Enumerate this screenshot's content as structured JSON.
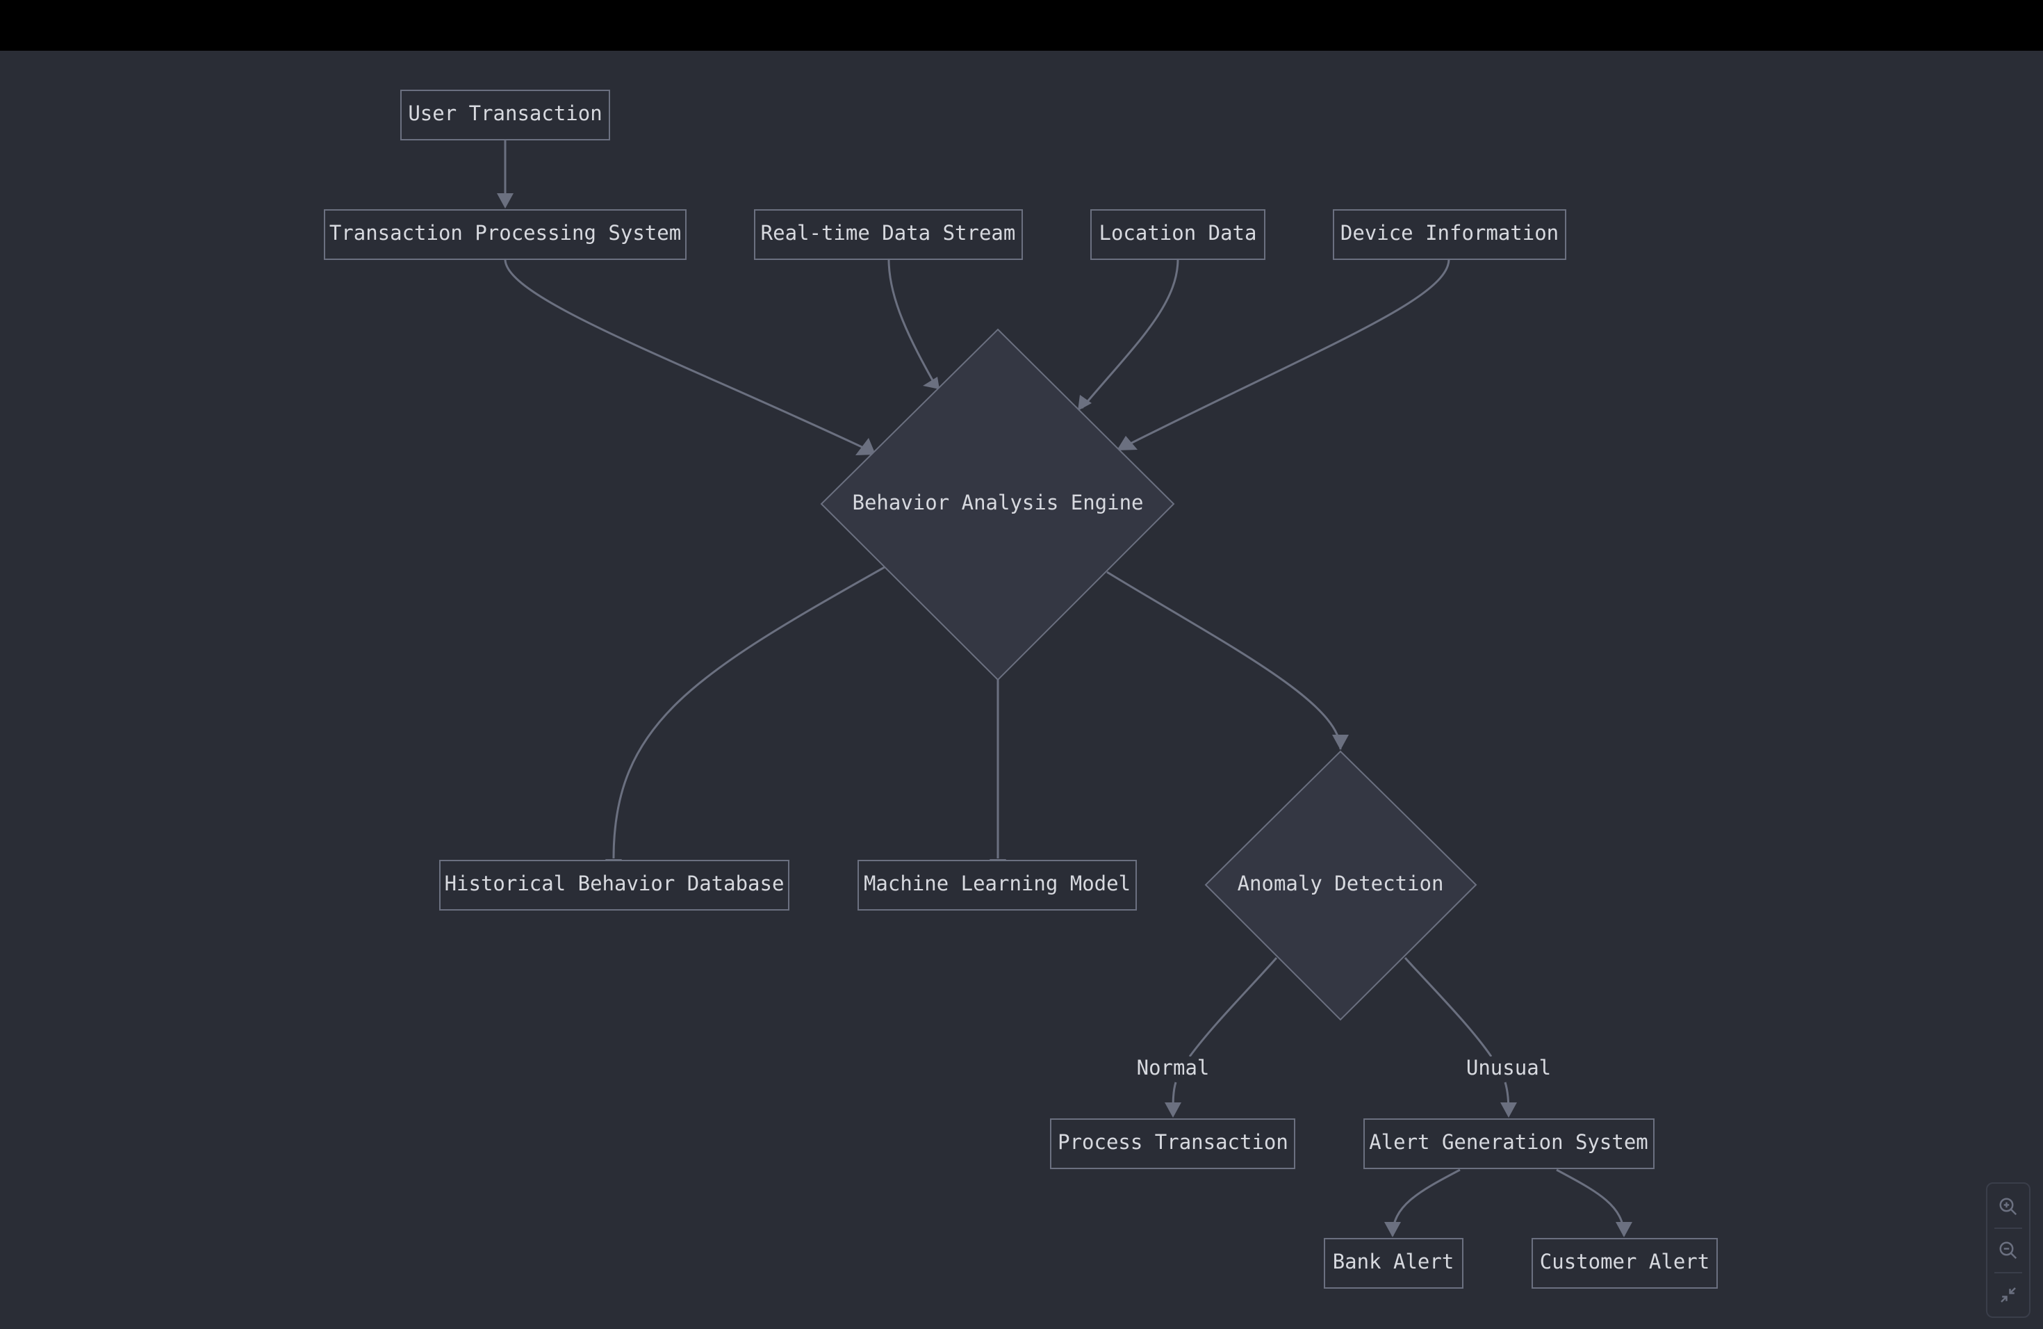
{
  "diagram": {
    "nodes": {
      "user_transaction": "User Transaction",
      "transaction_processing": "Transaction Processing System",
      "realtime_stream": "Real-time Data Stream",
      "location_data": "Location Data",
      "device_info": "Device Information",
      "behavior_engine": "Behavior Analysis Engine",
      "historical_db": "Historical Behavior Database",
      "ml_model": "Machine Learning Model",
      "anomaly_detection": "Anomaly Detection",
      "process_transaction": "Process Transaction",
      "alert_system": "Alert Generation System",
      "bank_alert": "Bank Alert",
      "customer_alert": "Customer Alert"
    },
    "edge_labels": {
      "normal": "Normal",
      "unusual": "Unusual"
    }
  },
  "controls": {
    "zoom_in": "zoom-in-icon",
    "zoom_out": "zoom-out-icon",
    "fit": "fit-screen-icon"
  },
  "colors": {
    "background": "#2a2d36",
    "stroke": "#6b7080",
    "text": "#d7d9df"
  }
}
